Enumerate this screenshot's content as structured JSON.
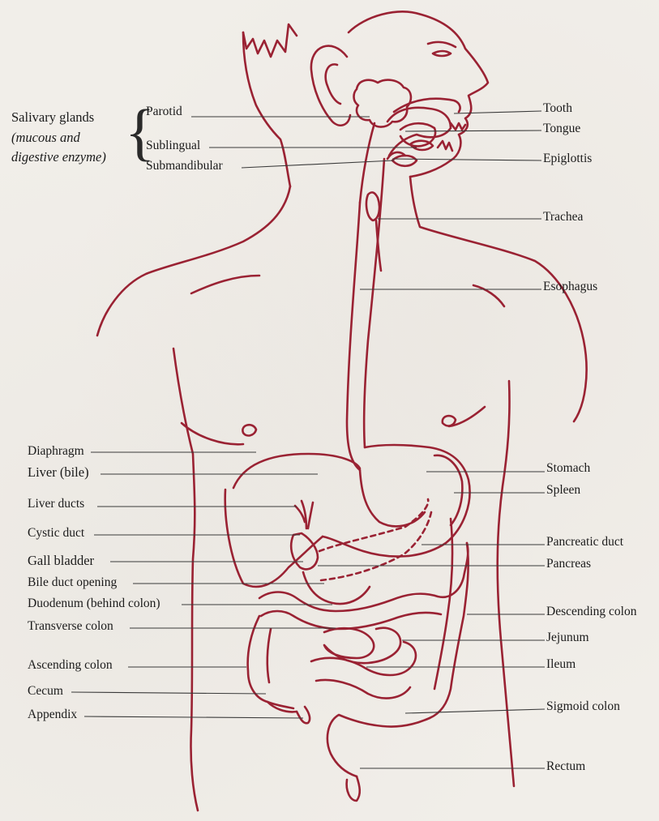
{
  "colors": {
    "anatomy": "#9a2233",
    "leader": "#3a3a3a",
    "background": "#f1eee9",
    "text": "#1b1b1b"
  },
  "salivary": {
    "title": "Salivary glands",
    "subtitle_line1": "(mucous and",
    "subtitle_line2": "digestive enzyme)",
    "brace": "{"
  },
  "labels": {
    "parotid": "Parotid",
    "sublingual": "Sublingual",
    "submandibular": "Submandibular",
    "tooth": "Tooth",
    "tongue": "Tongue",
    "epiglottis": "Epiglottis",
    "trachea": "Trachea",
    "esophagus": "Esophagus",
    "diaphragm": "Diaphragm",
    "liver": "Liver (bile)",
    "liver_ducts": "Liver ducts",
    "cystic_duct": "Cystic duct",
    "gall_bladder": "Gall bladder",
    "bile_duct_opening": "Bile duct opening",
    "duodenum": "Duodenum (behind colon)",
    "transverse_colon": "Transverse colon",
    "ascending_colon": "Ascending colon",
    "cecum": "Cecum",
    "appendix": "Appendix",
    "stomach": "Stomach",
    "spleen": "Spleen",
    "pancreatic_duct": "Pancreatic duct",
    "pancreas": "Pancreas",
    "descending_colon": "Descending colon",
    "jejunum": "Jejunum",
    "ileum": "Ileum",
    "sigmoid_colon": "Sigmoid colon",
    "rectum": "Rectum"
  }
}
